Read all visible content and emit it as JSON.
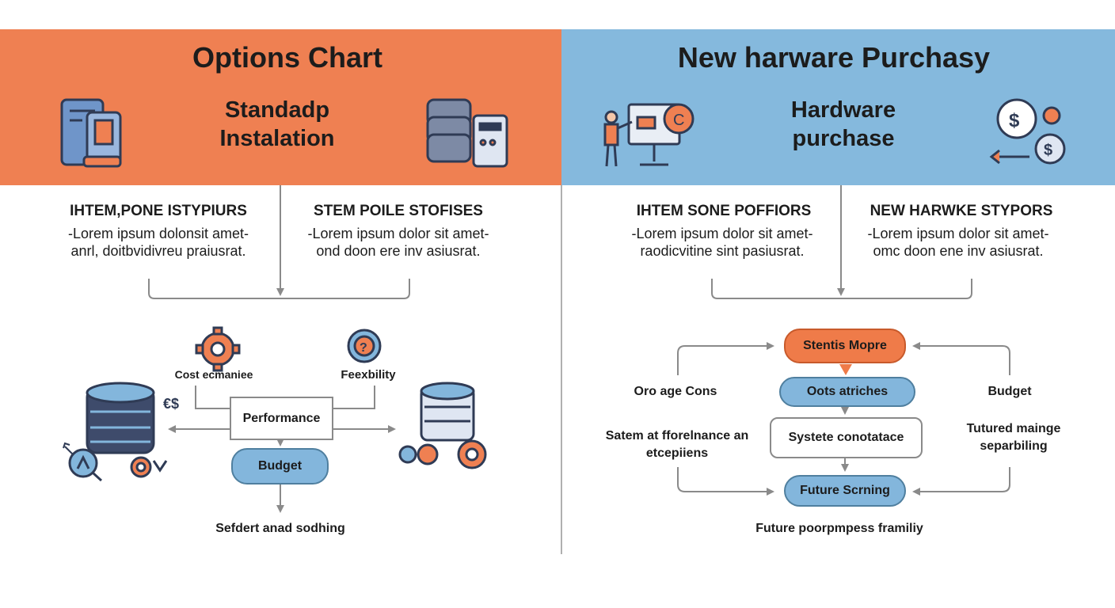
{
  "left": {
    "title": "Options Chart",
    "subtitle": "Standadp Instalation",
    "col1": {
      "heading": "IHTEM,PONE ISTYPIURS",
      "line1": "-Lorem ipsum dolonsit amet-",
      "line2": "anrl, doitbvidivreu praiusrat."
    },
    "col2": {
      "heading": "STEM POILE STOFISES",
      "line1": "-Lorem ipsum dolor sit amet-",
      "line2": "ond doon ere inv asiusrat."
    },
    "flow": {
      "cost_label": "Cost ecmaniee",
      "feasibility_label": "Feexbility",
      "performance_label": "Performance",
      "budget_label": "Budget",
      "bottom_label": "Sefdert anad sodhing",
      "currency_glyph": "€$"
    }
  },
  "right": {
    "title": "New harware Purchasy",
    "subtitle": "Hardware purchase",
    "col1": {
      "heading": "IHTEM SONE POFFIORS",
      "line1": "-Lorem ipsum dolor sit amet-",
      "line2": "raodicvitine sint pasiusrat."
    },
    "col2": {
      "heading": "NEW HARWKE STYPORS",
      "line1": "-Lorem ipsum dolor sit amet-",
      "line2": "omc doon ene inv asiusrat."
    },
    "flow": {
      "top_label": "Stentis Mopre",
      "options_label": "Oots atriches",
      "system_label": "Systete conotatace",
      "future_label": "Future Scrning",
      "left_label": "Oro age Cons",
      "budget_label": "Budget",
      "left_bottom_label": "Satem at fforelnance an etcepiiens",
      "right_bottom_label": "Tutured mainge separbiling",
      "bottom_label": "Future poorpmpess framiliy"
    }
  },
  "colors": {
    "orange": "#ef8052",
    "blue": "#85b9dd",
    "navy": "#2f3b55",
    "connector": "#8a8a8a"
  },
  "icons": [
    "server-rack-icon",
    "database-tablet-icon",
    "presenter-screen-icon",
    "dollar-gear-icon",
    "gear-icon",
    "question-gear-icon",
    "database-icon",
    "magnifier-icon",
    "dollar-coin-icon"
  ]
}
